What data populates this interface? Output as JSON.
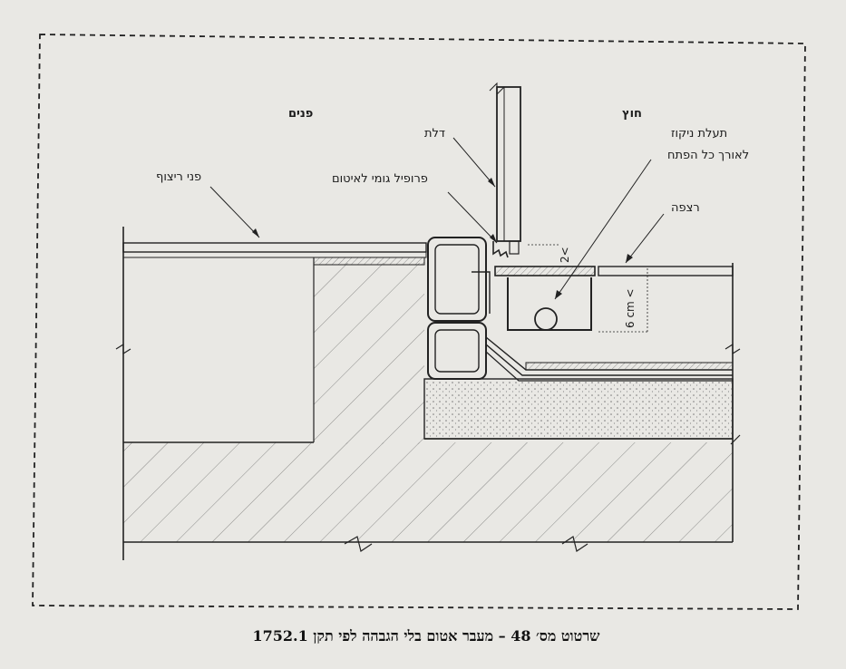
{
  "labels": {
    "inside": "פנים",
    "outside": "חוץ",
    "door": "דלת",
    "rubber_profile": "פרופיל גומי לאיטום",
    "cleaning_channel_line1": "תעלת ניקוז",
    "cleaning_channel_line2": "לאורך כל הפתח",
    "floor_surface": "פני ריצוף",
    "tiling": "רצפה",
    "dim_gap": "2<",
    "dim_depth": "6 cm <"
  },
  "caption": "שרטוט מס׳ 48 – מעבר אטום בלי הגבהה לפי תקן 1752.1",
  "colors": {
    "ink": "#1c1c1c",
    "paper": "#e9e8e4"
  }
}
